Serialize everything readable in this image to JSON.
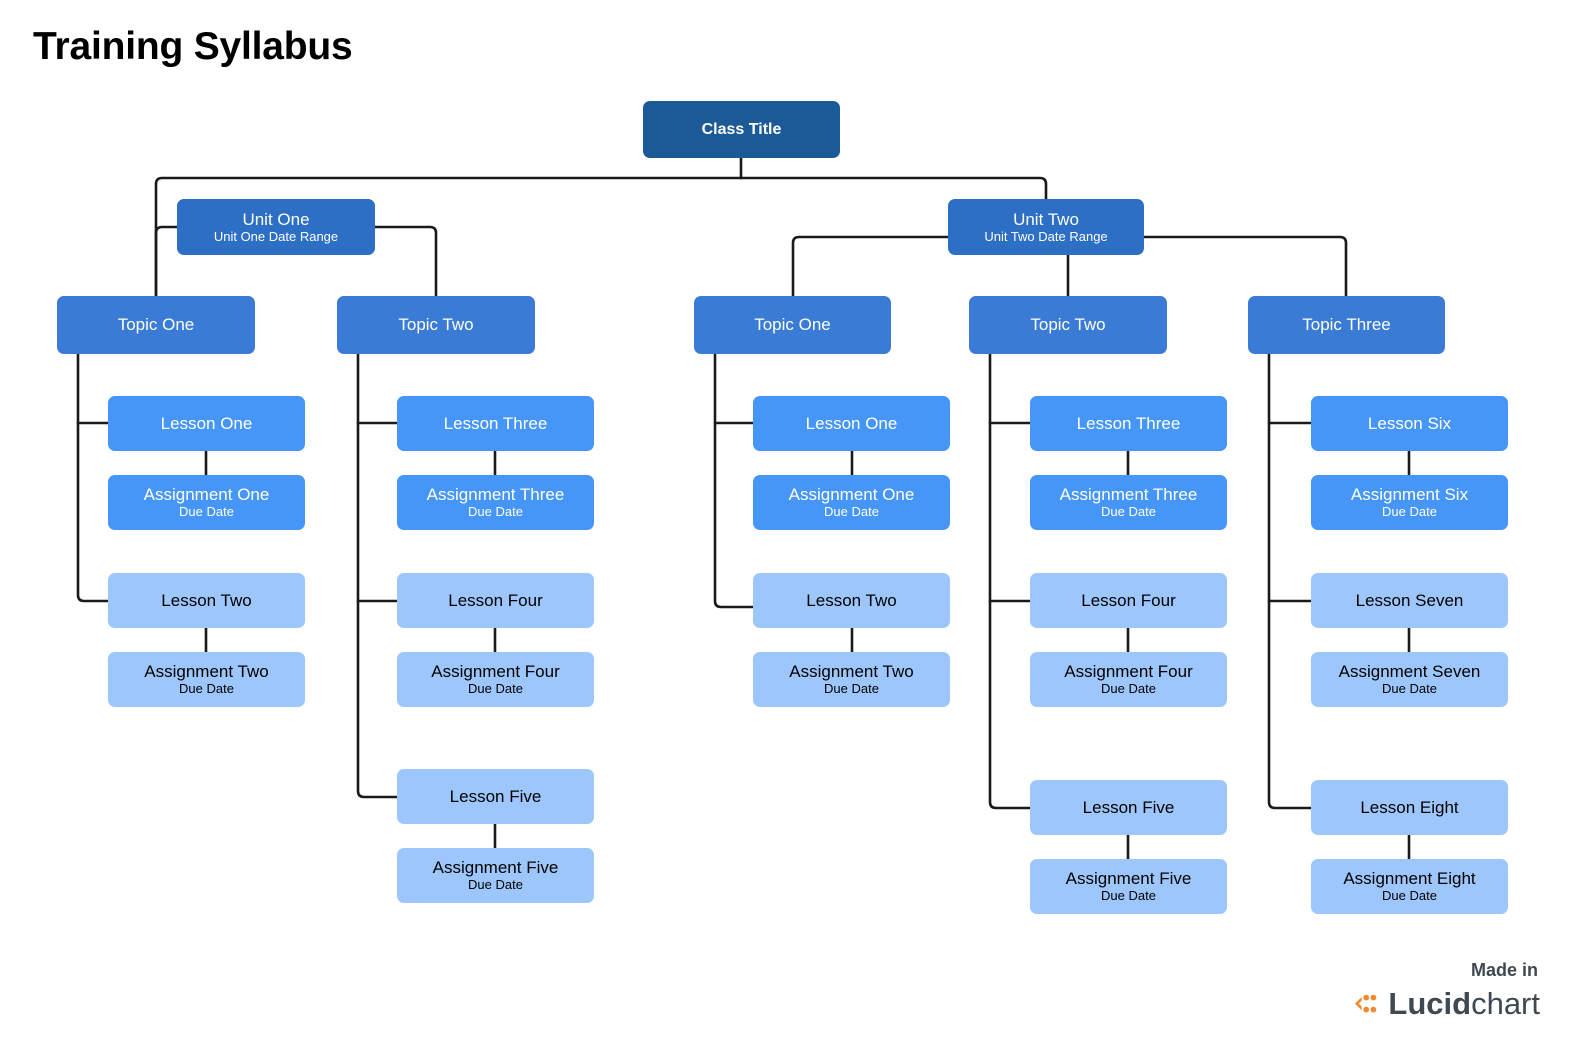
{
  "page": {
    "title": "Training Syllabus",
    "background_color": "#ffffff"
  },
  "colors": {
    "root": "#1B5A96",
    "unit": "#2C6FC4",
    "topic": "#3A7BD5",
    "mid_blue": "#4596F7",
    "light_blue": "#9DC7FC",
    "connector": "#1A1A1A",
    "text_light": "#ffffff",
    "text_dark": "#000000",
    "logo_orange": "#F28B30",
    "logo_grey": "#3F4952"
  },
  "root": {
    "label": "Class Title"
  },
  "units": [
    {
      "label": "Unit One",
      "sublabel": "Unit One Date Range",
      "topics": [
        {
          "label": "Topic One",
          "items": [
            {
              "label": "Lesson One",
              "sublabel": "",
              "tone": "mid"
            },
            {
              "label": "Assignment One",
              "sublabel": "Due Date",
              "tone": "mid"
            },
            {
              "label": "Lesson Two",
              "sublabel": "",
              "tone": "light"
            },
            {
              "label": "Assignment Two",
              "sublabel": "Due Date",
              "tone": "light"
            }
          ]
        },
        {
          "label": "Topic Two",
          "items": [
            {
              "label": "Lesson Three",
              "sublabel": "",
              "tone": "mid"
            },
            {
              "label": "Assignment Three",
              "sublabel": "Due Date",
              "tone": "mid"
            },
            {
              "label": "Lesson Four",
              "sublabel": "",
              "tone": "light"
            },
            {
              "label": "Assignment Four",
              "sublabel": "Due Date",
              "tone": "light"
            },
            {
              "label": "Lesson Five",
              "sublabel": "",
              "tone": "light"
            },
            {
              "label": "Assignment Five",
              "sublabel": "Due Date",
              "tone": "light"
            }
          ]
        }
      ]
    },
    {
      "label": "Unit Two",
      "sublabel": "Unit Two Date Range",
      "topics": [
        {
          "label": "Topic One",
          "items": [
            {
              "label": "Lesson One",
              "sublabel": "",
              "tone": "mid"
            },
            {
              "label": "Assignment One",
              "sublabel": "Due Date",
              "tone": "mid"
            },
            {
              "label": "Lesson Two",
              "sublabel": "",
              "tone": "light"
            },
            {
              "label": "Assignment Two",
              "sublabel": "Due Date",
              "tone": "light"
            }
          ]
        },
        {
          "label": "Topic Two",
          "items": [
            {
              "label": "Lesson Three",
              "sublabel": "",
              "tone": "mid"
            },
            {
              "label": "Assignment Three",
              "sublabel": "Due Date",
              "tone": "mid"
            },
            {
              "label": "Lesson Four",
              "sublabel": "",
              "tone": "light"
            },
            {
              "label": "Assignment Four",
              "sublabel": "Due Date",
              "tone": "light"
            },
            {
              "label": "Lesson Five",
              "sublabel": "",
              "tone": "light"
            },
            {
              "label": "Assignment Five",
              "sublabel": "Due Date",
              "tone": "light"
            }
          ]
        },
        {
          "label": "Topic Three",
          "items": [
            {
              "label": "Lesson Six",
              "sublabel": "",
              "tone": "mid"
            },
            {
              "label": "Assignment Six",
              "sublabel": "Due Date",
              "tone": "mid"
            },
            {
              "label": "Lesson Seven",
              "sublabel": "",
              "tone": "light"
            },
            {
              "label": "Assignment Seven",
              "sublabel": "Due Date",
              "tone": "light"
            },
            {
              "label": "Lesson Eight",
              "sublabel": "",
              "tone": "light"
            },
            {
              "label": "Assignment Eight",
              "sublabel": "Due Date",
              "tone": "light"
            }
          ]
        }
      ]
    }
  ],
  "branding": {
    "made_in": "Made in",
    "word_bold": "Lucid",
    "word_regular": "chart",
    "icon": "lucidchart-logo-icon"
  }
}
